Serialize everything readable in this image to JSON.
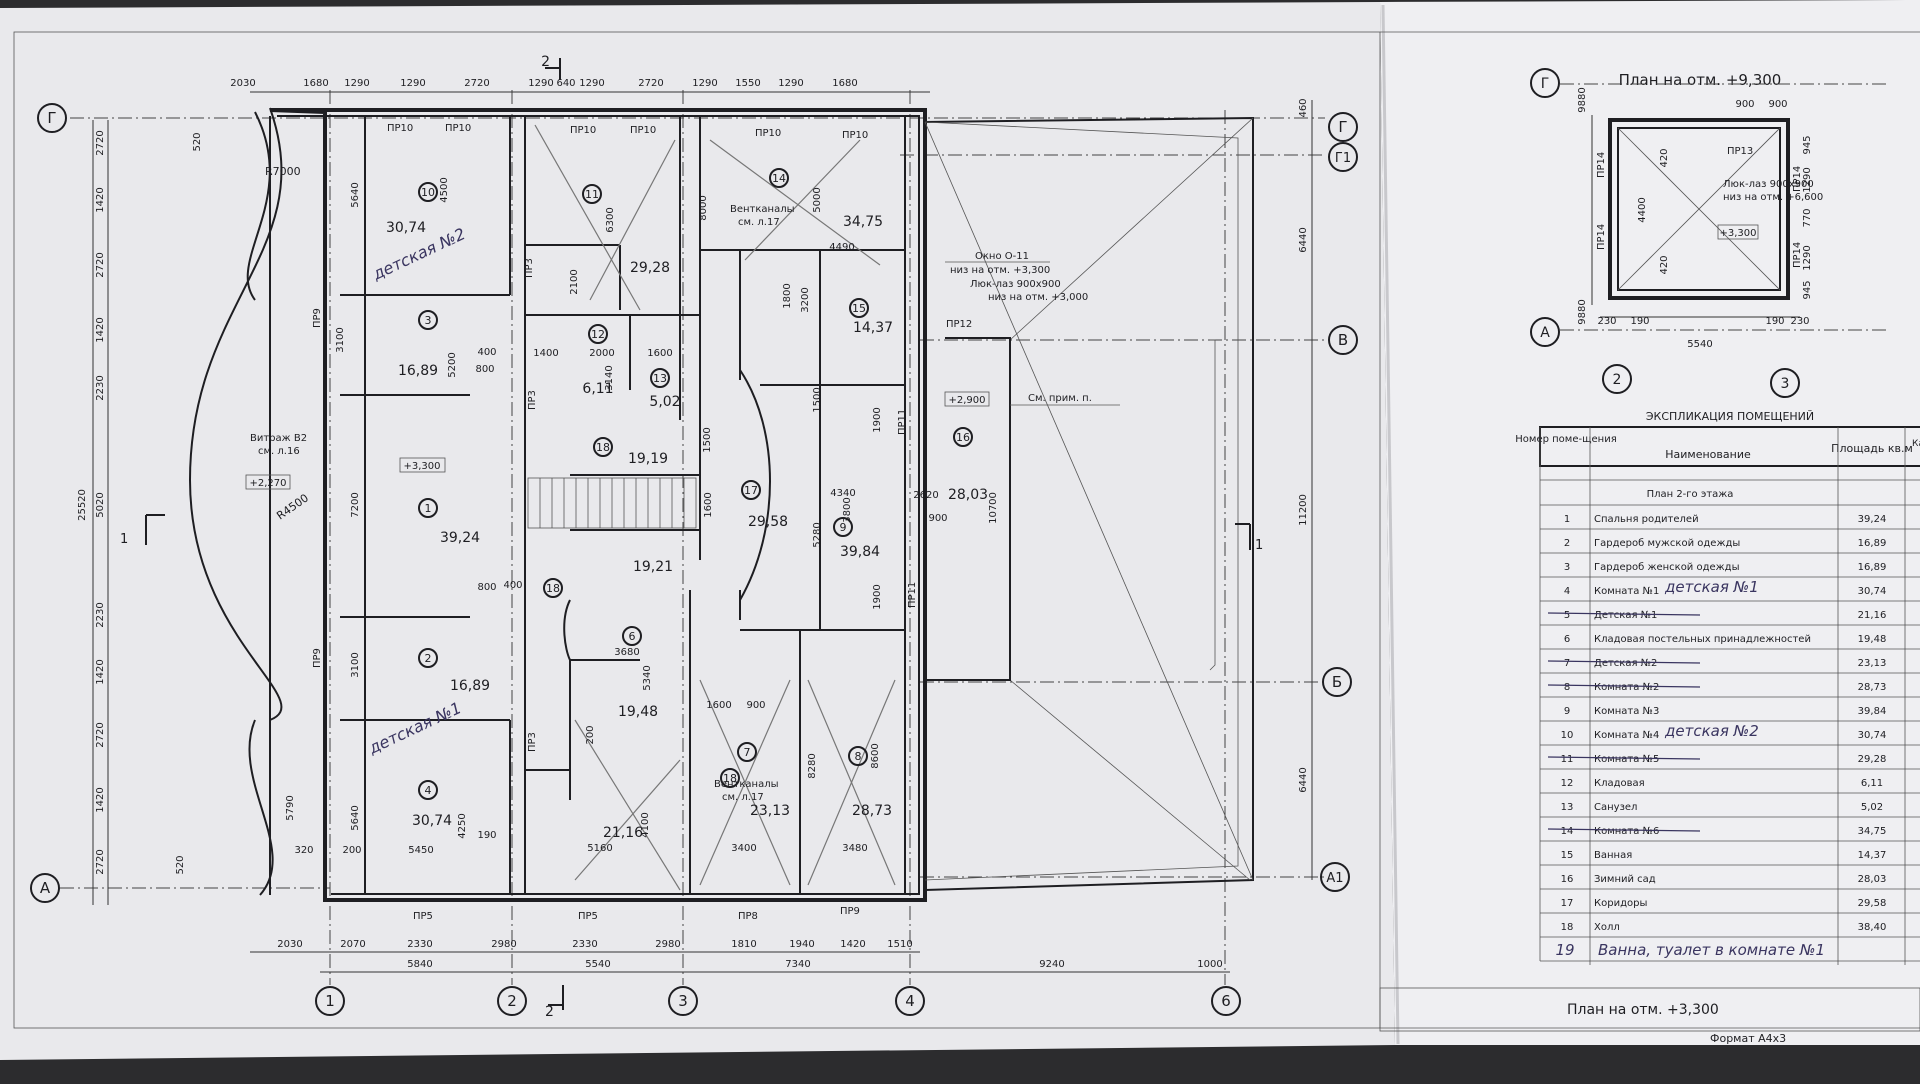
{
  "axes": {
    "cols": [
      "1",
      "2",
      "3",
      "4",
      "6"
    ],
    "rows": [
      "Г",
      "Г1",
      "В",
      "Б",
      "А",
      "А1"
    ],
    "small_rows": [
      "Г",
      "А"
    ],
    "small_cols": [
      "2",
      "3"
    ]
  },
  "section_marks": {
    "top": "2",
    "bottom": "2",
    "right": "1",
    "left": "1"
  },
  "top_dims": [
    "2030",
    "1680",
    "1290",
    "1290",
    "2720",
    "1290",
    "640",
    "1290",
    "2720",
    "1290",
    "1550",
    "1290",
    "1680"
  ],
  "bottom_dims_1": [
    "2030",
    "2070",
    "2330",
    "2980",
    "2330",
    "2980",
    "1810",
    "1940",
    "1420",
    "1510"
  ],
  "bottom_dims_2": [
    "5840",
    "5540",
    "7340",
    "9240",
    "1000"
  ],
  "left_dims": [
    "2720",
    "520",
    "1420",
    "2720",
    "1420",
    "2230",
    "5020",
    "2230",
    "1420",
    "2720",
    "1420",
    "2720",
    "520"
  ],
  "left_total": "25520",
  "right_dims": [
    "460",
    "6440",
    "11200",
    "6440"
  ],
  "openings": {
    "pr10": "ПР10",
    "pr9": "ПР9",
    "pr5": "ПР5",
    "pr8": "ПР8",
    "pr3": "ПР3",
    "pr11": "ПР11",
    "pr12": "ПР12",
    "pr13": "ПР13",
    "pr14": "ПР14"
  },
  "rooms": [
    {
      "n": "1",
      "area": "39,24"
    },
    {
      "n": "2",
      "area": "16,89"
    },
    {
      "n": "3",
      "area": "16,89"
    },
    {
      "n": "4",
      "area": "30,74"
    },
    {
      "n": "6",
      "area": "19,48"
    },
    {
      "n": "7",
      "area": "23,13"
    },
    {
      "n": "8",
      "area": "28,73"
    },
    {
      "n": "9",
      "area": "39,84"
    },
    {
      "n": "10",
      "area": "30,74"
    },
    {
      "n": "11",
      "area": "29,28"
    },
    {
      "n": "12",
      "area": "6,11"
    },
    {
      "n": "13",
      "area": "5,02"
    },
    {
      "n": "14",
      "area": "34,75"
    },
    {
      "n": "15",
      "area": "14,37"
    },
    {
      "n": "16",
      "area": "28,03"
    },
    {
      "n": "17",
      "area": "29,58"
    },
    {
      "n": "18a",
      "area": "19,19"
    },
    {
      "n": "18b",
      "area": "19,21"
    },
    {
      "n": "18c",
      "area": "21,16"
    }
  ],
  "notes": {
    "vitrazh": "Витраж В2",
    "vitrazh_ref": "см. л.16",
    "r7000": "R7000",
    "r4500": "R4500",
    "elev_3300": "+3,300",
    "elev_2270": "+2,270",
    "elev_2900": "+2,900",
    "vent": "Вентканалы",
    "vent_ref": "см. л.17",
    "window": "Окно О-11",
    "window_low": "низ на отм. +3,300",
    "hatch": "Люк-лаз 900х900",
    "hatch_low": "низ на отм. +3,000",
    "note_ref": "См. прим. п."
  },
  "inner_dims": [
    "4500",
    "5640",
    "3100",
    "5200",
    "400",
    "800",
    "7200",
    "800",
    "400",
    "3100",
    "5640",
    "5790",
    "4250",
    "5450",
    "320",
    "200",
    "190",
    "6300",
    "8000",
    "2100",
    "1400",
    "2000",
    "3140",
    "1600",
    "4490",
    "5000",
    "1800",
    "3200",
    "1500",
    "1500",
    "1600",
    "4340",
    "5280",
    "3800",
    "2620",
    "10700",
    "900",
    "3680",
    "5340",
    "5160",
    "3400",
    "3480",
    "1600",
    "900",
    "8280",
    "8600",
    "1900",
    "1900",
    "4100",
    "200"
  ],
  "handwriting": {
    "child2": "детская №2",
    "child1": "детская №1"
  },
  "small_plan": {
    "title": "План на отм. +9,300",
    "hatch": "Люк-лаз 900х900",
    "hatch_low": "низ на отм. +6,600",
    "elev": "+3,300",
    "dims": [
      "900",
      "900",
      "4400",
      "420",
      "420",
      "945",
      "1290",
      "770",
      "1290",
      "945",
      "5540",
      "230",
      "190",
      "190",
      "230",
      "9880",
      "9880"
    ]
  },
  "explication": {
    "title": "ЭКСПЛИКАЦИЯ ПОМЕЩЕНИЙ",
    "col_num": "Номер поме-щения",
    "col_name": "Наименование",
    "col_area": "Площадь кв.м",
    "col_extra": "Ка по ме",
    "section": "План 2-го этажа",
    "rows": [
      {
        "n": "1",
        "name": "Спальня родителей",
        "area": "39,24",
        "struck": false,
        "hand": ""
      },
      {
        "n": "2",
        "name": "Гардероб мужской одежды",
        "area": "16,89",
        "struck": false,
        "hand": ""
      },
      {
        "n": "3",
        "name": "Гардероб женской одежды",
        "area": "16,89",
        "struck": false,
        "hand": ""
      },
      {
        "n": "4",
        "name": "Комната №1",
        "area": "30,74",
        "struck": false,
        "hand": "детская №1"
      },
      {
        "n": "5",
        "name": "Детская №1",
        "area": "21,16",
        "struck": true,
        "hand": ""
      },
      {
        "n": "6",
        "name": "Кладовая постельных принадлежностей",
        "area": "19,48",
        "struck": false,
        "hand": ""
      },
      {
        "n": "7",
        "name": "Детская №2",
        "area": "23,13",
        "struck": true,
        "hand": ""
      },
      {
        "n": "8",
        "name": "Комната №2",
        "area": "28,73",
        "struck": true,
        "hand": ""
      },
      {
        "n": "9",
        "name": "Комната №3",
        "area": "39,84",
        "struck": false,
        "hand": ""
      },
      {
        "n": "10",
        "name": "Комната №4",
        "area": "30,74",
        "struck": false,
        "hand": "детская №2"
      },
      {
        "n": "11",
        "name": "Комната №5",
        "area": "29,28",
        "struck": true,
        "hand": ""
      },
      {
        "n": "12",
        "name": "Кладовая",
        "area": "6,11",
        "struck": false,
        "hand": ""
      },
      {
        "n": "13",
        "name": "Санузел",
        "area": "5,02",
        "struck": false,
        "hand": ""
      },
      {
        "n": "14",
        "name": "Комната №6",
        "area": "34,75",
        "struck": true,
        "hand": ""
      },
      {
        "n": "15",
        "name": "Ванная",
        "area": "14,37",
        "struck": false,
        "hand": ""
      },
      {
        "n": "16",
        "name": "Зимний сад",
        "area": "28,03",
        "struck": false,
        "hand": ""
      },
      {
        "n": "17",
        "name": "Коридоры",
        "area": "29,58",
        "struck": false,
        "hand": ""
      },
      {
        "n": "18",
        "name": "Холл",
        "area": "38,40",
        "struck": false,
        "hand": ""
      }
    ],
    "hand_row": {
      "n": "19",
      "text": "Ванна, туалет в комнате №1"
    }
  },
  "stamp": {
    "title": "План на отм. +3,300",
    "format": "Формат А4х3"
  }
}
